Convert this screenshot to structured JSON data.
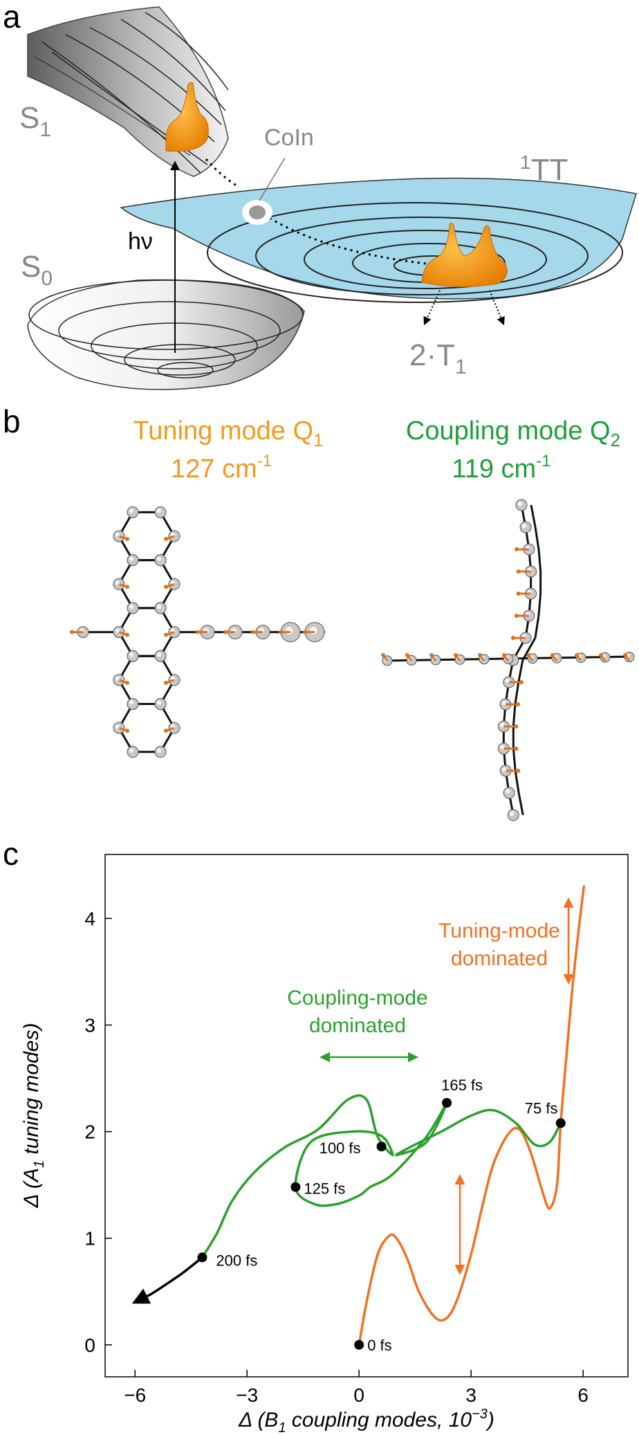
{
  "panel_a": {
    "label": "a",
    "s1": "S",
    "s1_sub": "1",
    "s0": "S",
    "s0_sub": "0",
    "coin": "CoIn",
    "tt_sup": "1",
    "tt": "TT",
    "hv": "hν",
    "t1_pre": "2·T",
    "t1_sub": "1"
  },
  "panel_b": {
    "label": "b",
    "left_title_pre": "Tuning mode Q",
    "left_title_sub": "1",
    "left_freq_pre": "127 cm",
    "left_freq_sup": "-1",
    "right_title_pre": "Coupling mode Q",
    "right_title_sub": "2",
    "right_freq_pre": "119 cm",
    "right_freq_sup": "-1",
    "colors": {
      "tuning": "#f39a1e",
      "coupling": "#1f9e3a"
    }
  },
  "panel_c": {
    "label": "c",
    "ylabel_pre": "Δ (A",
    "ylabel_sub": "1",
    "ylabel_post": " tuning modes)",
    "xlabel_pre": "Δ (B",
    "xlabel_sub": "1",
    "xlabel_post": " coupling modes, 10",
    "xlabel_sup": "−3",
    "xlabel_end": ")",
    "tuning_label_1": "Tuning-mode",
    "tuning_label_2": "dominated",
    "coupling_label_1": "Coupling-mode",
    "coupling_label_2": "dominated"
  },
  "chart_data": {
    "type": "line",
    "xlim": [
      -6.8,
      7.2
    ],
    "ylim": [
      -0.3,
      4.6
    ],
    "xticks": [
      "−6",
      "−3",
      "0",
      "3",
      "6"
    ],
    "xtick_values": [
      -6,
      -3,
      0,
      3,
      6
    ],
    "yticks": [
      "0",
      "1",
      "2",
      "3",
      "4"
    ],
    "ytick_values": [
      0,
      1,
      2,
      3,
      4
    ],
    "series": [
      {
        "color": "#f37021",
        "x": [
          0.0,
          0.2,
          0.5,
          0.8,
          1.0,
          1.3,
          1.6,
          2.0,
          2.3,
          2.6,
          3.0,
          3.3,
          3.6,
          4.0,
          4.3,
          4.6,
          4.9,
          5.1,
          5.3,
          5.4,
          5.55,
          5.7,
          5.85,
          5.95,
          6.02
        ],
        "y": [
          0.0,
          0.4,
          0.85,
          1.02,
          1.0,
          0.8,
          0.5,
          0.27,
          0.24,
          0.4,
          0.85,
          1.3,
          1.7,
          1.98,
          2.02,
          1.8,
          1.45,
          1.28,
          1.5,
          2.08,
          2.7,
          3.3,
          3.8,
          4.1,
          4.3
        ]
      },
      {
        "color": "#2ca02c",
        "x": [
          5.4,
          5.1,
          4.7,
          4.2,
          3.6,
          3.0,
          2.2,
          1.4,
          1.0,
          1.8,
          2.35,
          1.8,
          0.9,
          0.3,
          0.0,
          -0.6,
          -1.2,
          -1.7,
          -1.3,
          -0.2,
          0.6,
          0.9,
          0.5,
          0.2,
          -0.3,
          -1.1,
          -2.0,
          -2.8,
          -3.4,
          -3.8,
          -4.2
        ],
        "y": [
          2.08,
          1.9,
          1.88,
          2.08,
          2.2,
          2.15,
          2.0,
          1.86,
          1.78,
          1.9,
          2.27,
          1.95,
          1.6,
          1.48,
          1.4,
          1.32,
          1.32,
          1.48,
          1.9,
          2.0,
          1.96,
          1.78,
          1.95,
          2.3,
          2.3,
          2.02,
          1.85,
          1.62,
          1.35,
          1.05,
          0.82
        ]
      },
      {
        "color": "#000000",
        "x": [
          -4.2,
          -4.7,
          -5.2,
          -5.6,
          -6.0
        ],
        "y": [
          0.82,
          0.68,
          0.56,
          0.47,
          0.4
        ]
      }
    ],
    "points": [
      {
        "x": 0.0,
        "y": 0.0,
        "label": "0 fs"
      },
      {
        "x": 5.4,
        "y": 2.08,
        "label": "75 fs"
      },
      {
        "x": 0.6,
        "y": 1.86,
        "label": "100 fs"
      },
      {
        "x": -1.7,
        "y": 1.48,
        "label": "125 fs"
      },
      {
        "x": 2.35,
        "y": 2.27,
        "label": "165 fs"
      },
      {
        "x": -4.2,
        "y": 0.82,
        "label": "200 fs"
      }
    ]
  }
}
